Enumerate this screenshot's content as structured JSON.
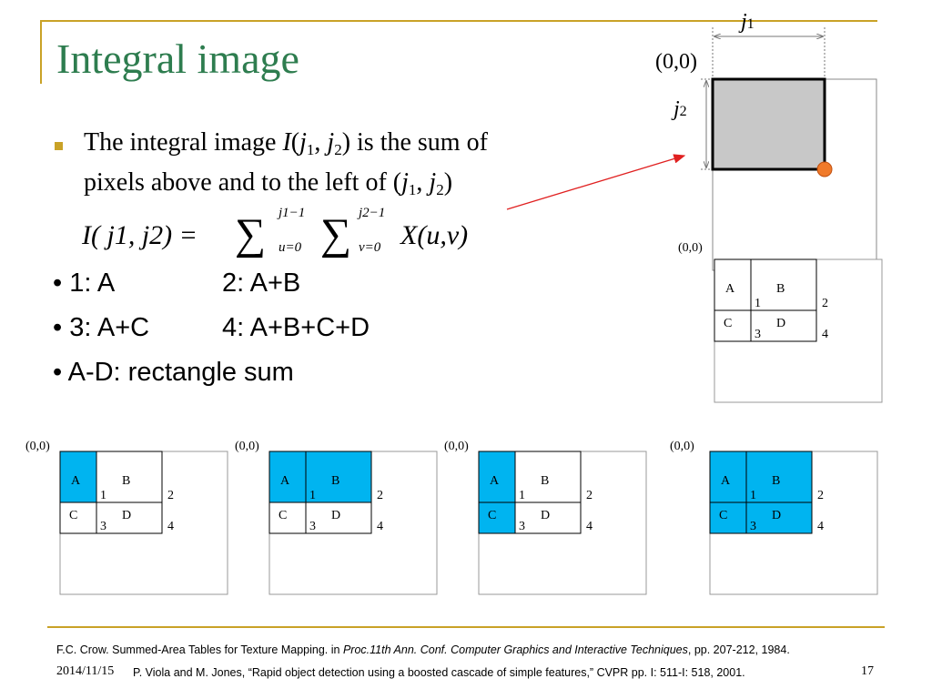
{
  "slide": {
    "title": "Integral image",
    "bullet": {
      "line1_prefix": "The integral image ",
      "line1_func": "I",
      "line1_suffix": " is the sum of",
      "line2_prefix": "pixels above and to the left of ",
      "var1": "j",
      "sub1": "1",
      "var2": "j",
      "sub2": "2"
    },
    "formula": {
      "lhs": "I( j1, j2) =",
      "upper1": "j1−1",
      "lower1": "u=0",
      "upper2": "j2−1",
      "lower2": "v=0",
      "term": "X(u,v)"
    },
    "cases": [
      "• 1:  A",
      "2:  A+B",
      "• 3:  A+C",
      "4:  A+B+C+D",
      "• A-D: rectangle sum"
    ],
    "top_diagram": {
      "j1_label": "j",
      "j1_sub": "1",
      "j2_label": "j",
      "j2_sub": "2",
      "origin": "(0,0)",
      "shade_color": "#c8c8c8",
      "marker_color": "#f07a2a",
      "arrow_color": "#e02020"
    },
    "grid_labels": {
      "origin": "(0,0)",
      "a": "A",
      "b": "B",
      "c": "C",
      "d": "D",
      "n1": "1",
      "n2": "2",
      "n3": "3",
      "n4": "4"
    },
    "highlight_color": "#00b4f0",
    "footer": {
      "ref1_prefix": "F.C. Crow. Summed-Area Tables for Texture Mapping. in ",
      "ref1_italic": "Proc.11th Ann. Conf. Computer Graphics and Interactive Techniques",
      "ref1_suffix": ", pp. 207-212, 1984.",
      "ref2": "P. Viola and M. Jones, “Rapid object detection using a boosted cascade of simple features,”  CVPR pp. I: 511-I: 518, 2001.",
      "date": "2014/11/15",
      "page": "17"
    }
  }
}
